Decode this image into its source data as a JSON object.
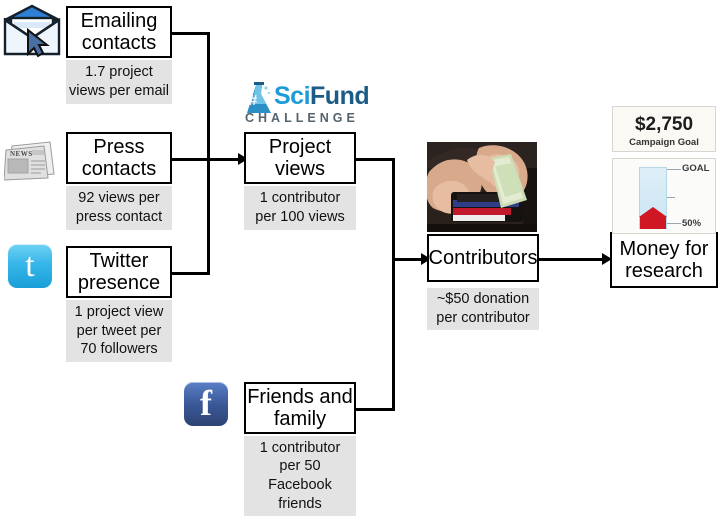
{
  "diagram": {
    "title": "SciFund Challenge crowdfunding flow diagram",
    "nodes": [
      {
        "id": "emailing",
        "label": "Emailing\ncontacts",
        "caption": "1.7 project\nviews per email"
      },
      {
        "id": "press",
        "label": "Press\ncontacts",
        "caption": "92 views per\npress contact"
      },
      {
        "id": "twitter",
        "label": "Twitter\npresence",
        "caption": "1 project view\nper tweet per\n70 followers"
      },
      {
        "id": "project_views",
        "label": "Project\nviews",
        "caption": "1 contributor\nper 100 views"
      },
      {
        "id": "friends",
        "label": "Friends and\nfamily",
        "caption": "1 contributor\nper 50\nFacebook\nfriends"
      },
      {
        "id": "contributors",
        "label": "Contributors",
        "caption": "~$50 donation\nper contributor"
      },
      {
        "id": "money",
        "label": "Money for\nresearch",
        "caption": ""
      }
    ],
    "icons": [
      {
        "id": "email-icon",
        "name": "email-envelope-cursor-icon"
      },
      {
        "id": "news-icon",
        "name": "newspaper-icon",
        "text": "NEWS"
      },
      {
        "id": "twitter-icon",
        "name": "twitter-bird-icon",
        "glyph": "t"
      },
      {
        "id": "facebook-icon",
        "name": "facebook-f-icon",
        "glyph": "f"
      }
    ],
    "logo": {
      "name": "scifund-challenge-logo",
      "word_sci": "Sci",
      "word_fund": "Fund",
      "subtitle": "CHALLENGE",
      "hash": "#",
      "color_sci": "#1f9cd8",
      "color_fund": "#1b5c86",
      "color_sub": "#55636d"
    },
    "widgets": {
      "campaign_goal": {
        "name": "campaign-goal-widget",
        "amount": "$2,750",
        "label": "Campaign Goal"
      },
      "thermometer": {
        "name": "fundraising-thermometer-widget",
        "goal_label": "GOAL",
        "progress_label": "50%",
        "progress_percent": 50,
        "fill_color": "#cf1723",
        "track_color": "#cfe6f3"
      }
    },
    "photo": {
      "name": "wallet-cash-photo",
      "description": "Hands taking cash out of a wallet"
    },
    "colors": {
      "caption_bg": "#e3e3e3",
      "node_border": "#000000",
      "connector": "#000000",
      "canvas_bg": "#ffffff"
    },
    "edges": [
      {
        "from": "emailing",
        "to": "project_views"
      },
      {
        "from": "press",
        "to": "project_views"
      },
      {
        "from": "twitter",
        "to": "project_views"
      },
      {
        "from": "project_views",
        "to": "contributors"
      },
      {
        "from": "friends",
        "to": "contributors"
      },
      {
        "from": "contributors",
        "to": "money"
      }
    ]
  }
}
